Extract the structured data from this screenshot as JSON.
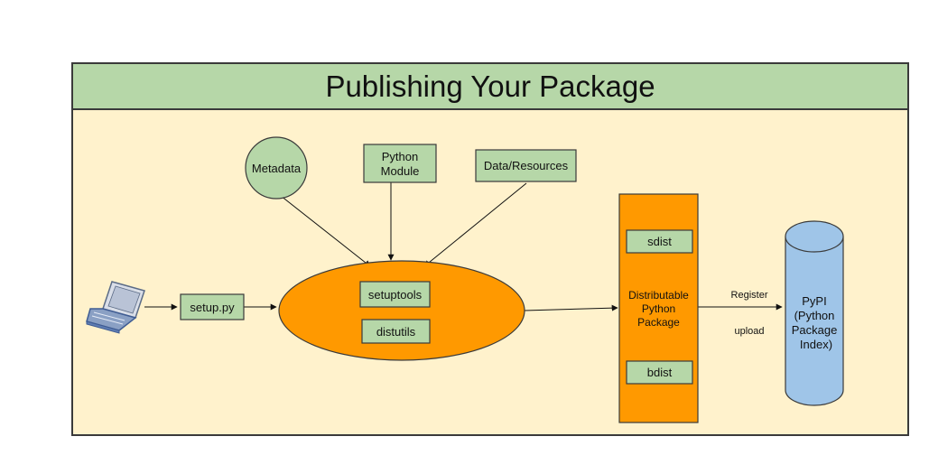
{
  "title": "Publishing Your Package",
  "inputs": {
    "metadata": "Metadata",
    "python_module": [
      "Python",
      "Module"
    ],
    "data_resources": "Data/Resources"
  },
  "setup_py": "setup.py",
  "build_tools": {
    "setuptools": "setuptools",
    "distutils": "distutils"
  },
  "package": {
    "sdist": "sdist",
    "label": [
      "Distributable",
      "Python",
      "Package"
    ],
    "bdist": "bdist"
  },
  "edge_labels": {
    "register": "Register",
    "upload": "upload"
  },
  "pypi": [
    "PyPI",
    "(Python",
    "Package",
    "Index)"
  ],
  "colors": {
    "background": "#fff2cc",
    "header_green": "#b6d7a8",
    "box_green": "#b6d7a8",
    "orange": "#ff9900",
    "pypi_blue": "#9fc5e8",
    "stroke": "#3a3a3a"
  }
}
